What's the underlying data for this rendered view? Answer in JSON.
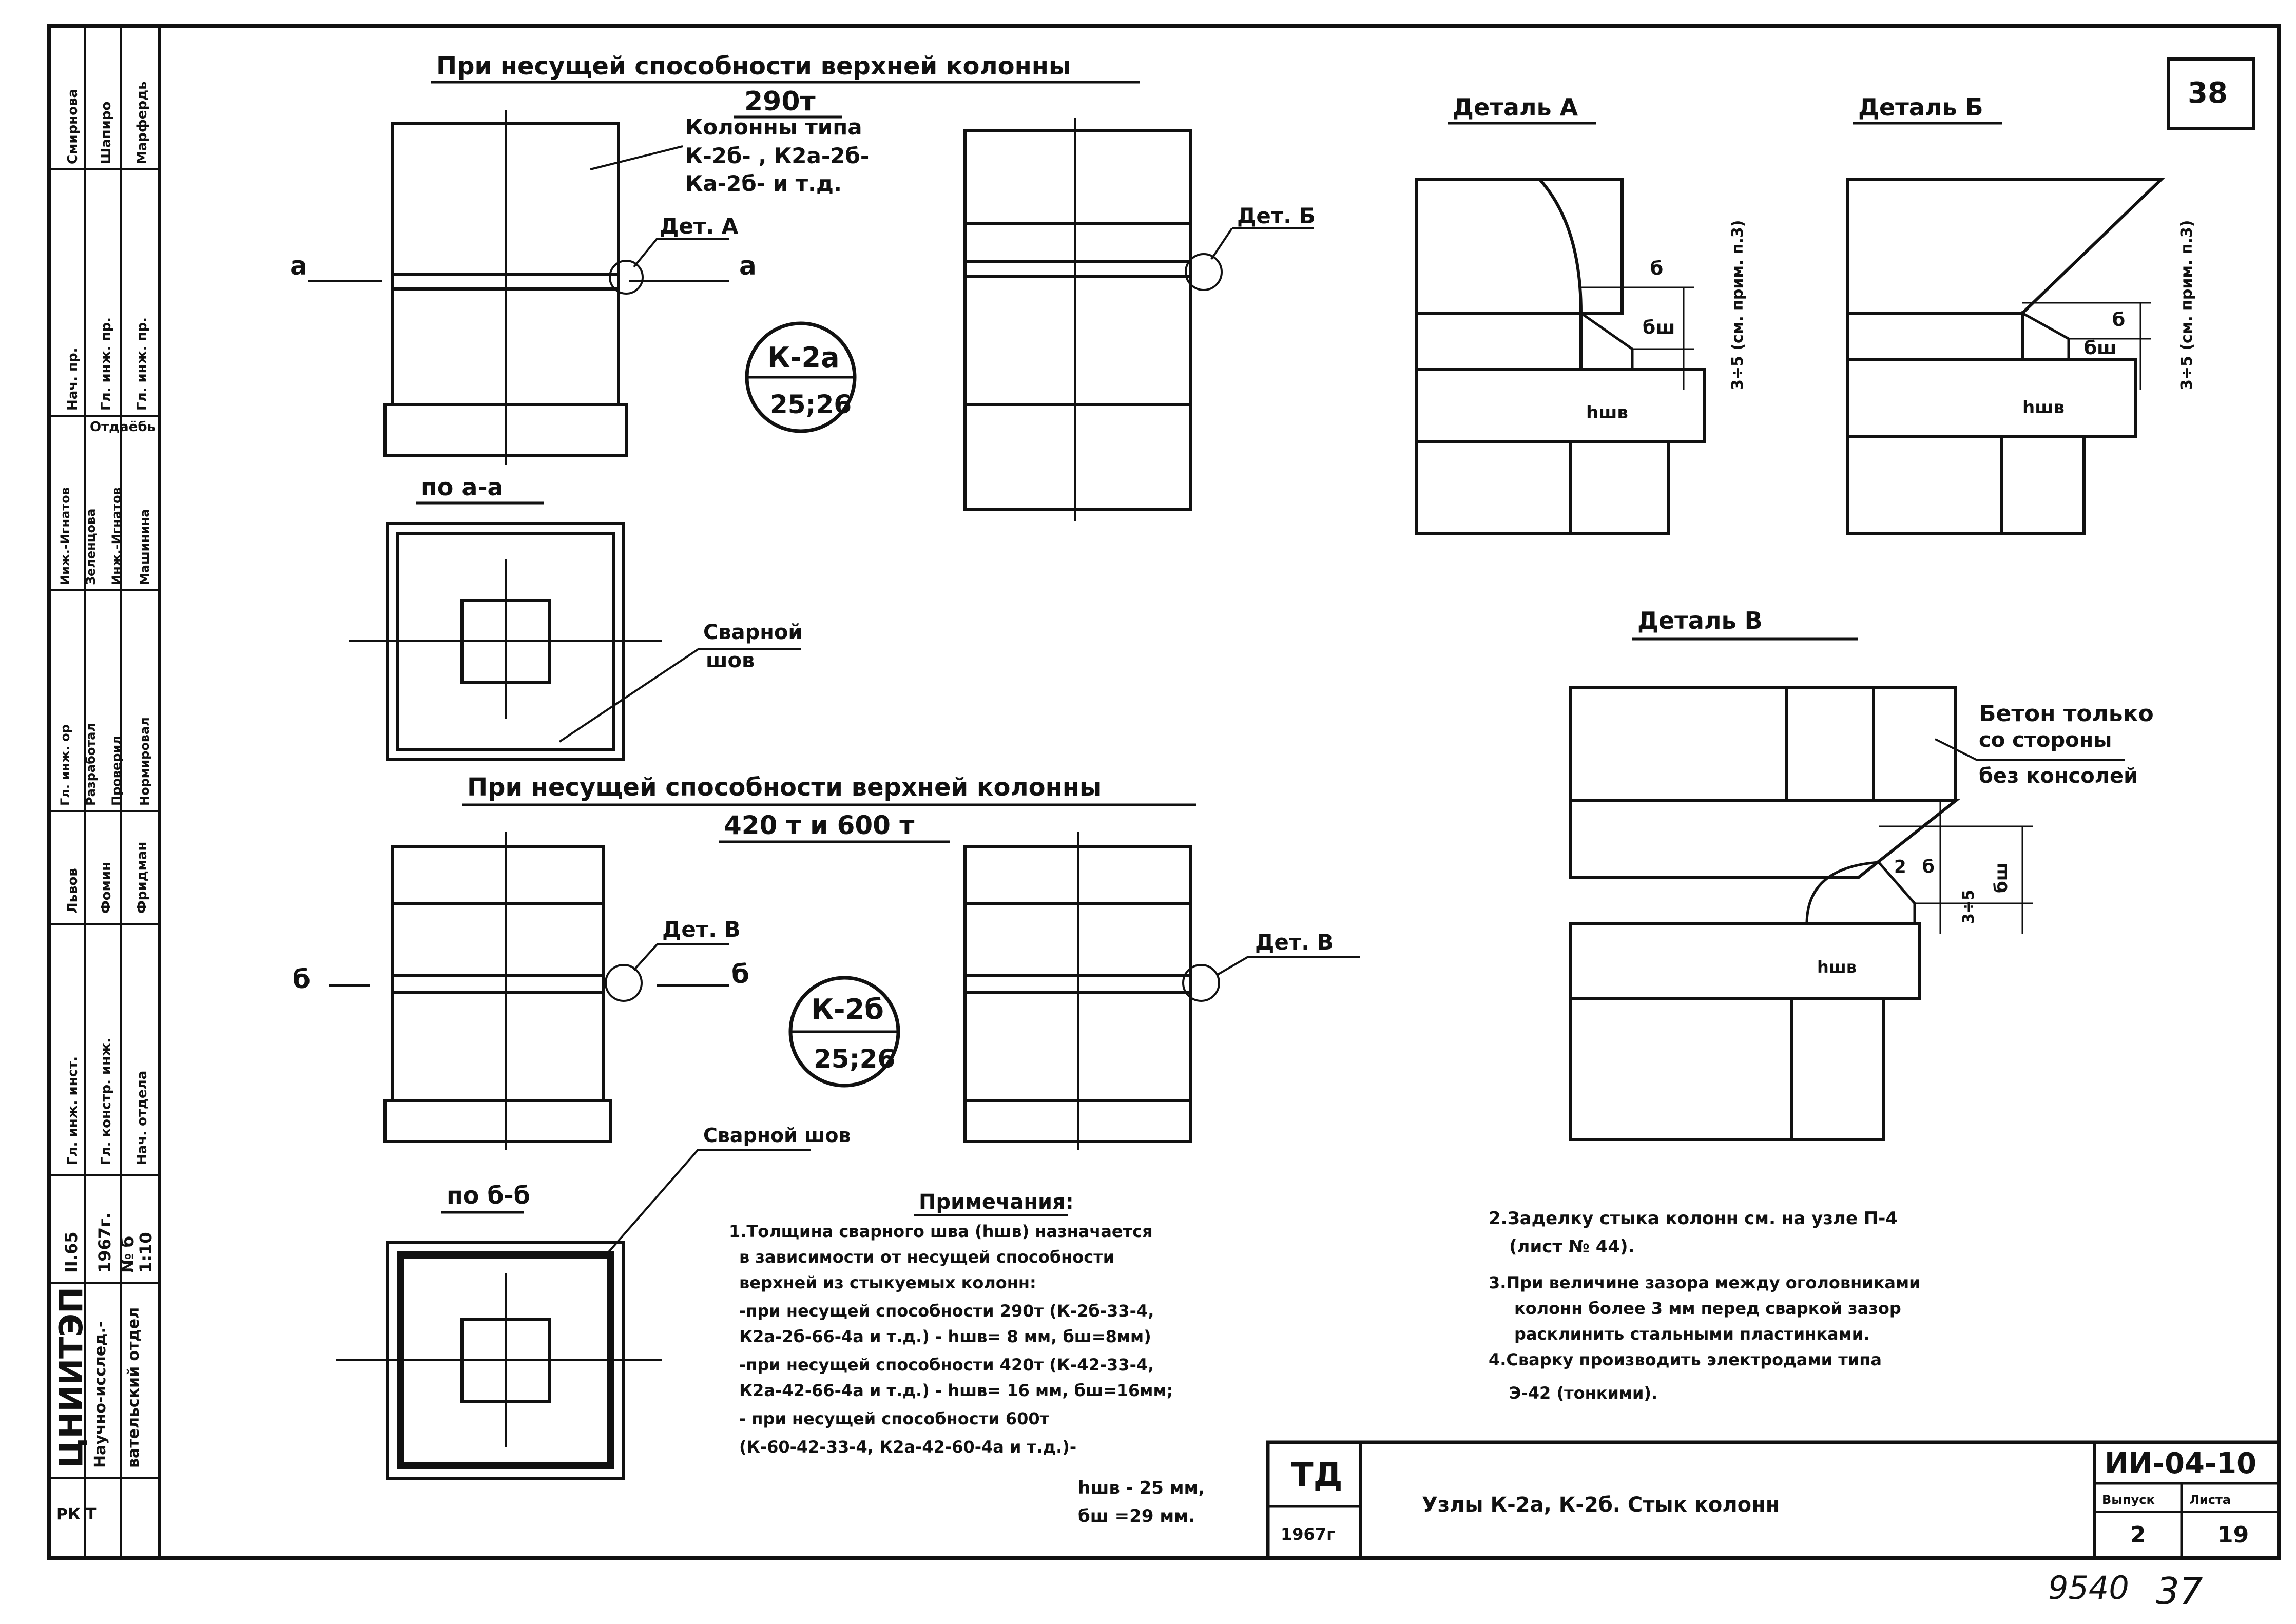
{
  "sheet_number": "38",
  "headings": {
    "upper": "При несущей способности верхней колонны",
    "upper_load": "290т",
    "lower": "При несущей способности верхней колонны",
    "lower_load": "420 т  и  600 т"
  },
  "column_types_note": [
    "Колонны типа",
    "К-2б-  , К2а-2б-",
    "Ка-2б-  и т.д."
  ],
  "callouts": {
    "det_a": "Дет. А",
    "det_b_upper": "Дет. Б",
    "det_v_left": "Дет. В",
    "det_v_right": "Дет. В"
  },
  "section_marks": {
    "a_left": "а",
    "a_right": "а",
    "b_left": "б",
    "b_right": "б",
    "section_aa": "по  а-а",
    "section_bb": "по  б-б"
  },
  "node_badges": [
    {
      "code": "К-2а",
      "sheets": "25;26"
    },
    {
      "code": "К-2б",
      "sheets": "25;26"
    }
  ],
  "weld_labels": {
    "upper": [
      "Сварной",
      "шов"
    ],
    "lower": "Сварной шов"
  },
  "details": {
    "a_title": "Деталь А",
    "b_title": "Деталь Б",
    "v_title": "Деталь В",
    "dim_b": "б",
    "dim_bsh": "бш",
    "dim_hsh": "hшв",
    "dim_side_a": "3÷5 (см. прим. п.3)",
    "dim_side_b": "3÷5 (см. прим. п.3)",
    "dim_v_35": "3÷5",
    "dim_v_2": "2",
    "concrete_note": [
      "Бетон только",
      "со стороны",
      "без консолей"
    ]
  },
  "notes": {
    "title": "Примечания:",
    "lines": [
      "1.Толщина сварного шва (hшв) назначается",
      "в зависимости от несущей способности",
      "верхней из стыкуемых колонн:",
      "-при несущей способности 290т (К-2б-33-4,",
      "К2а-2б-66-4а и т.д.) - hшв= 8 мм, бш=8мм)",
      "-при несущей способности 420т (К-42-33-4,",
      "К2а-42-66-4а и т.д.) - hшв= 16 мм, бш=16мм;",
      "- при несущей способности 600т",
      "(К-60-42-33-4, К2а-42-60-4а и т.д.)-"
    ],
    "final_lines": [
      "hшв - 25 мм,",
      "бш =29 мм."
    ],
    "right_lines": [
      "2.Заделку стыка колонн см. на узле П-4",
      "(лист  № 44).",
      "3.При величине зазора между оголовниками",
      "колонн более 3 мм перед сваркой зазор",
      "расклинить стальными пластинками.",
      "4.Сварку производить электродами типа",
      "Э-42 (тонкими)."
    ]
  },
  "title_block": {
    "stamp": "ТД",
    "year": "1967г",
    "title": "Узлы К-2а, К-2б. Стык колонн",
    "code": "ИИ-04-10",
    "issue_label": "Выпуск",
    "issue": "2",
    "sheet_label": "Листа",
    "sheet": "19"
  },
  "side_stamp": {
    "org": "ЦНИИТЭП",
    "sub": [
      "Научно-исслед.-",
      "вательский отдел"
    ],
    "year": [
      "II.65",
      "1967г."
    ],
    "scale": [
      "№ б",
      "1:10"
    ],
    "rk": "РК Т",
    "rows_bottom": [
      [
        "Гл. инж. инст.",
        "Гл. констр. инж.",
        "Нач. отдела"
      ],
      [
        "Львов",
        "Фомин",
        "Фридман"
      ],
      [
        "Гл. инж. ор",
        "Разработал",
        "Проверил",
        "Нормировал"
      ],
      [
        "Ииж.-Игнатов",
        "Зеленцова",
        "Инж.-Игнатов",
        "Машинина"
      ],
      [
        "Отдаёбь"
      ],
      [
        "Нач. пр.",
        "Гл. инж. пр.",
        "Гл. инж. пр."
      ],
      [
        "Смирнова",
        "Шапиро",
        "Марфердь"
      ]
    ]
  },
  "handwritten": {
    "number": "9540",
    "page": "37"
  }
}
